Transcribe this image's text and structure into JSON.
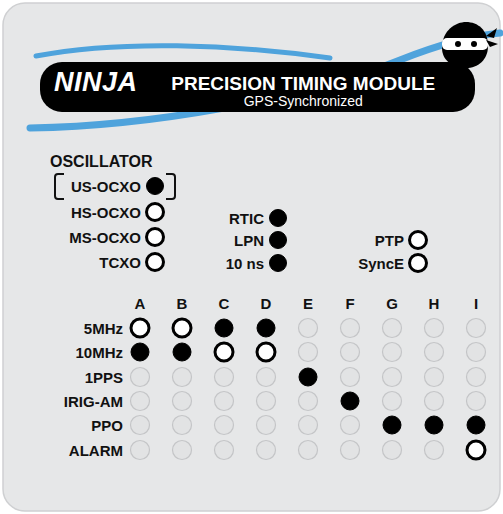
{
  "diagram": {
    "nodes": [
      {
        "text": [
          "NINJA",
          "PRECISION TIMING MODULE",
          "GPS-Synchronized"
        ]
      }
    ],
    "labels": [
      "OSCILLATOR",
      "US-OCXO",
      "HS-OCXO",
      "MS-OCXO",
      "TCXO",
      "RTIC",
      "LPN",
      "10 ns",
      "PTP",
      "SyncE",
      "A",
      "B",
      "C",
      "D",
      "E",
      "F",
      "G",
      "H",
      "I",
      "5MHz",
      "10MHz",
      "1PPS",
      "IRIG-AM",
      "PPO",
      "ALARM"
    ]
  }
}
